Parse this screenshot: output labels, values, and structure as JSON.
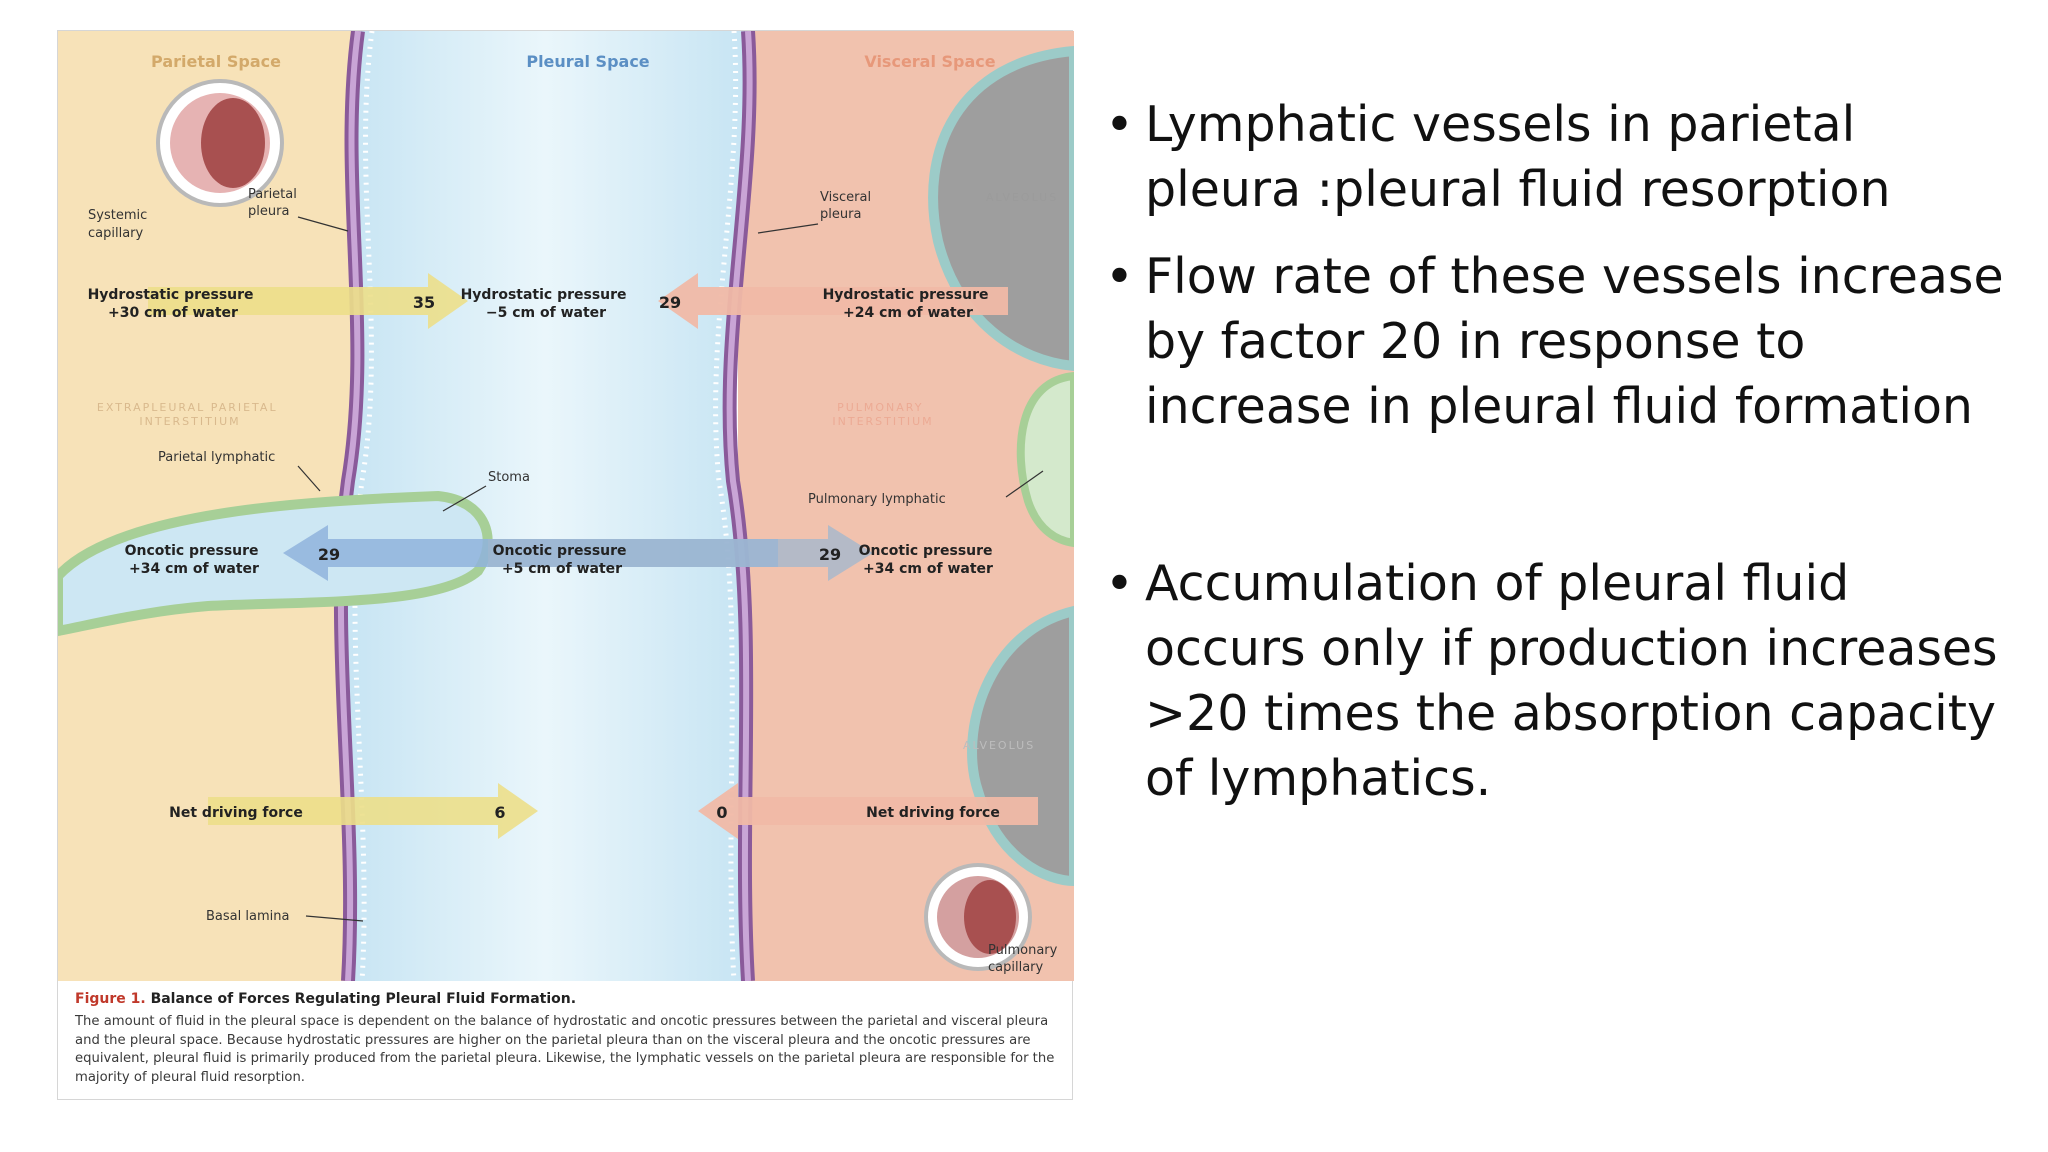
{
  "figure": {
    "region_titles": {
      "parietal_space": "Parietal Space",
      "pleural_space": "Pleural Space",
      "visceral_space": "Visceral Space"
    },
    "labels": {
      "systemic_capillary": [
        "Systemic",
        "capillary"
      ],
      "parietal_pleura": [
        "Parietal",
        "pleura"
      ],
      "visceral_pleura": [
        "Visceral",
        "pleura"
      ],
      "alveolus_top": "ALVEOLUS",
      "alveolus_bottom": "ALVEOLUS",
      "extrapleural_interstitium": [
        "EXTRAPLEURAL PARIETAL",
        "INTERSTITIUM"
      ],
      "pulmonary_interstitium": [
        "PULMONARY",
        "INTERSTITIUM"
      ],
      "parietal_lymphatic": "Parietal lymphatic",
      "stoma": "Stoma",
      "pulmonary_lymphatic": "Pulmonary lymphatic",
      "basal_lamina": "Basal lamina",
      "pulmonary_capillary": [
        "Pulmonary",
        "capillary"
      ]
    },
    "hydrostatic": {
      "parietal": [
        "Hydrostatic pressure",
        "+30 cm of water"
      ],
      "pleural": [
        "Hydrostatic pressure",
        "−5 cm of water"
      ],
      "visceral": [
        "Hydrostatic pressure",
        "+24 cm of water"
      ],
      "left_arrow_value": "35",
      "right_arrow_value": "29"
    },
    "oncotic": {
      "parietal": [
        "Oncotic pressure",
        "+34 cm of water"
      ],
      "pleural": [
        "Oncotic pressure",
        "+5 cm of water"
      ],
      "visceral": [
        "Oncotic pressure",
        "+34 cm of water"
      ],
      "left_arrow_value": "29",
      "right_arrow_value": "29"
    },
    "net": {
      "left_label": "Net driving force",
      "right_label": "Net driving force",
      "left_value": "6",
      "right_value": "0"
    },
    "caption": {
      "fig_number": "Figure 1.",
      "title": "Balance of Forces Regulating Pleural Fluid Formation.",
      "text": "The amount of fluid in the pleural space is dependent on the balance of hydrostatic and oncotic pressures between the parietal and visceral pleura and the pleural space. Because hydrostatic pressures are higher on the parietal pleura than on the visceral pleura and the oncotic pressures are equivalent, pleural fluid is primarily produced from the parietal pleura. Likewise, the lymphatic vessels on the parietal pleura are responsible for the majority of pleural fluid resorption."
    },
    "colors": {
      "parietal_bg": "#f7e2b8",
      "pleural_bg": "#d9eef8",
      "visceral_bg": "#f1c2ae",
      "membrane": "#8a5a9a",
      "yellow_arrow": "#ecdf8a",
      "blue_arrow": "#8fb3dc",
      "pink_arrow": "#f0b9a7",
      "lymphatic": "#a7cf97"
    }
  },
  "bullets": [
    "Lymphatic vessels in parietal pleura :pleural fluid resorption",
    "Flow rate of these vessels increase by factor 20 in response to increase in pleural fluid formation",
    "Accumulation of pleural fluid occurs only if production increases >20 times the absorption capacity of lymphatics."
  ]
}
